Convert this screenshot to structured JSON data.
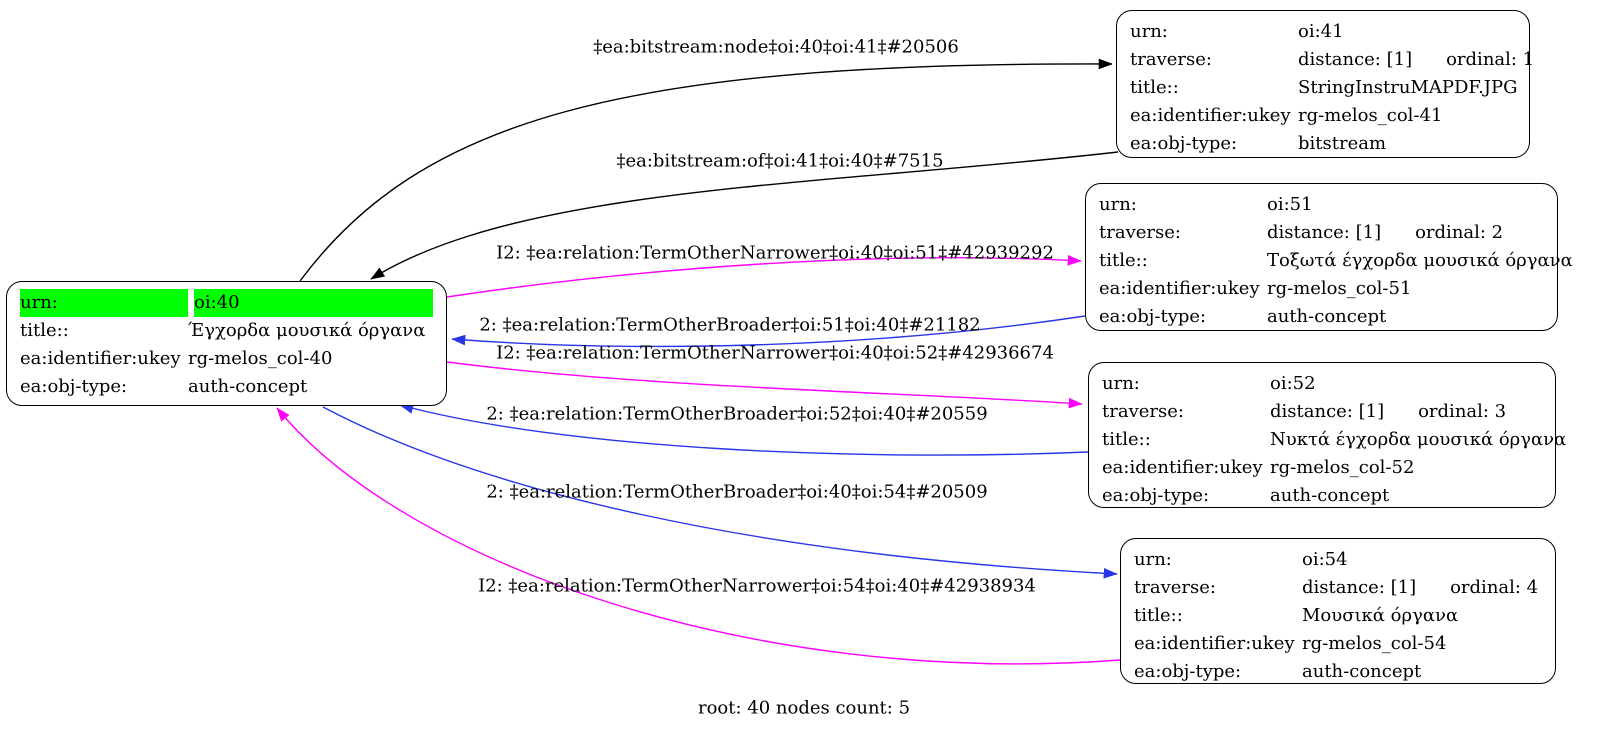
{
  "caption": "root: 40 nodes count: 5",
  "colors": {
    "narrower_edge": "#ff00ff",
    "broader_edge": "#2936e8",
    "bitstream_edge": "#000000",
    "root_highlight": "#00ff00"
  },
  "nodes": {
    "oi40": {
      "rows": [
        {
          "label": "urn:",
          "value": "oi:40"
        },
        {
          "label": "title::",
          "value": "Έγχορδα μουσικά όργανα"
        },
        {
          "label": "ea:identifier:ukey",
          "value": "rg-melos_col-40"
        },
        {
          "label": "ea:obj-type:",
          "value": "auth-concept"
        }
      ]
    },
    "oi41": {
      "rows": [
        {
          "label": "urn:",
          "value": "oi:41"
        },
        {
          "label": "traverse:",
          "value": "distance: [1]",
          "value2": "ordinal: 1"
        },
        {
          "label": "title::",
          "value": "StringInstruMAPDF.JPG"
        },
        {
          "label": "ea:identifier:ukey",
          "value": "rg-melos_col-41"
        },
        {
          "label": "ea:obj-type:",
          "value": "bitstream"
        }
      ]
    },
    "oi51": {
      "rows": [
        {
          "label": "urn:",
          "value": "oi:51"
        },
        {
          "label": "traverse:",
          "value": "distance: [1]",
          "value2": "ordinal: 2"
        },
        {
          "label": "title::",
          "value": "Τοξωτά έγχορδα μουσικά όργανα"
        },
        {
          "label": "ea:identifier:ukey",
          "value": "rg-melos_col-51"
        },
        {
          "label": "ea:obj-type:",
          "value": "auth-concept"
        }
      ]
    },
    "oi52": {
      "rows": [
        {
          "label": "urn:",
          "value": "oi:52"
        },
        {
          "label": "traverse:",
          "value": "distance: [1]",
          "value2": "ordinal: 3"
        },
        {
          "label": "title::",
          "value": "Νυκτά έγχορδα μουσικά όργανα"
        },
        {
          "label": "ea:identifier:ukey",
          "value": "rg-melos_col-52"
        },
        {
          "label": "ea:obj-type:",
          "value": "auth-concept"
        }
      ]
    },
    "oi54": {
      "rows": [
        {
          "label": "urn:",
          "value": "oi:54"
        },
        {
          "label": "traverse:",
          "value": "distance: [1]",
          "value2": "ordinal: 4"
        },
        {
          "label": "title::",
          "value": "Μουσικά όργανα"
        },
        {
          "label": "ea:identifier:ukey",
          "value": "rg-melos_col-54"
        },
        {
          "label": "ea:obj-type:",
          "value": "auth-concept"
        }
      ]
    }
  },
  "edges": [
    {
      "label": "‡ea:bitstream:node‡oi:40‡oi:41‡#20506",
      "color": "#000000"
    },
    {
      "label": "‡ea:bitstream:of‡oi:41‡oi:40‡#7515",
      "color": "#000000"
    },
    {
      "label": "I2: ‡ea:relation:TermOtherNarrower‡oi:40‡oi:51‡#42939292",
      "color": "#ff00ff"
    },
    {
      "label": "2: ‡ea:relation:TermOtherBroader‡oi:51‡oi:40‡#21182",
      "color": "#2936e8"
    },
    {
      "label": "I2: ‡ea:relation:TermOtherNarrower‡oi:40‡oi:52‡#42936674",
      "color": "#ff00ff"
    },
    {
      "label": "2: ‡ea:relation:TermOtherBroader‡oi:52‡oi:40‡#20559",
      "color": "#2936e8"
    },
    {
      "label": "2: ‡ea:relation:TermOtherBroader‡oi:40‡oi:54‡#20509",
      "color": "#2936e8"
    },
    {
      "label": "I2: ‡ea:relation:TermOtherNarrower‡oi:54‡oi:40‡#42938934",
      "color": "#ff00ff"
    }
  ]
}
